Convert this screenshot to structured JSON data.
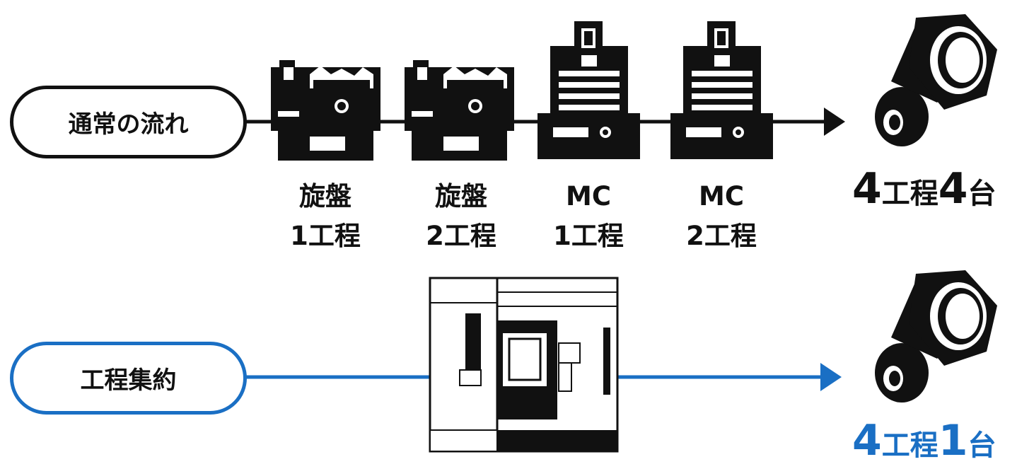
{
  "flows": {
    "normal": {
      "label": "通常の流れ",
      "steps": [
        {
          "line1": "旋盤",
          "line2": "1工程"
        },
        {
          "line1": "旋盤",
          "line2": "2工程"
        },
        {
          "line1": "MC",
          "line2": "1工程"
        },
        {
          "line1": "MC",
          "line2": "2工程"
        }
      ],
      "result": {
        "num1": "4",
        "mid": "工程",
        "num2": "4",
        "unit": "台"
      }
    },
    "integrated": {
      "label": "工程集約",
      "result": {
        "num1": "4",
        "mid": "工程",
        "num2": "1",
        "unit": "台"
      }
    }
  },
  "colors": {
    "normal": "#111111",
    "integrated": "#1a6fc4"
  }
}
